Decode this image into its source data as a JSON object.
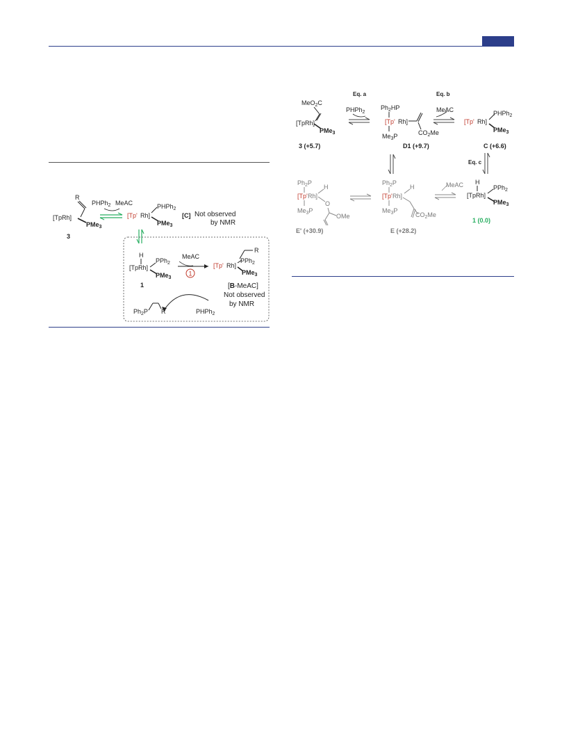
{
  "scheme_left": {
    "reactant": {
      "metal": "[TpRh]",
      "ligand": "PMe3",
      "substituent": "R",
      "label": "3"
    },
    "reagents": {
      "phosphine": "PHPh2",
      "alkene": "MeAC"
    },
    "intermediate_c": {
      "tp": "[Tp'",
      "rh": "Rh]",
      "ligand1": "PHPh2",
      "ligand2": "PMe3",
      "label": "[C]",
      "note1": "Not observed",
      "note2": "by NMR"
    },
    "catalyst": {
      "h": "H",
      "metal": "[TpRh]",
      "ligand1": "PPh2",
      "ligand2": "PMe3",
      "label": "1"
    },
    "step_reagent": "MeAC",
    "circle_label": "1",
    "intermediate_b": {
      "tp": "[Tp'",
      "rh": "Rh]",
      "ligand1": "PPh2",
      "ligand2": "PMe3",
      "substituent": "R",
      "label_open": "[",
      "label_b": "B",
      "label_rest": "-MeAC]",
      "note1": "Not observed",
      "note2": "by NMR"
    },
    "product": {
      "p": "Ph2P",
      "r": "R"
    },
    "recycle_reagent": "PHPh2"
  },
  "scheme_right": {
    "eq_a": "Eq. a",
    "eq_b": "Eq. b",
    "eq_c": "Eq. c",
    "r3": {
      "ester": "MeO2C",
      "metal": "[TpRh]",
      "ligand": "PMe3",
      "label": "3 (+5.7)"
    },
    "reagent_a": "PHPh2",
    "d1": {
      "ligand1": "Ph2HP",
      "tp": "[Tp'",
      "rh": "Rh]",
      "ligand2": "Me3P",
      "ester": "CO2Me",
      "label": "D1 (+9.7)"
    },
    "reagent_b": "MeAC",
    "c": {
      "tp": "[Tp'",
      "rh": "Rh]",
      "ligand1": "PHPh2",
      "ligand2": "PMe3",
      "label": "C (+6.6)"
    },
    "e_prime": {
      "ligand1": "Ph2P",
      "h": "H",
      "tp": "[Tp'",
      "rh": "Rh]",
      "o": "O",
      "ligand2": "Me3P",
      "ome": "OMe",
      "label": "E' (+30.9)"
    },
    "e": {
      "ligand1": "Ph2P",
      "h": "H",
      "tp": "[Tp'",
      "rh": "Rh]",
      "ligand2": "Me3P",
      "ester": "CO2Me",
      "label": "E (+28.2)"
    },
    "reagent_c": "MeAC",
    "one": {
      "h": "H",
      "metal": "[TpRh]",
      "ligand1": "PPh2",
      "ligand2": "PMe3",
      "label": "1 (0.0)"
    }
  }
}
